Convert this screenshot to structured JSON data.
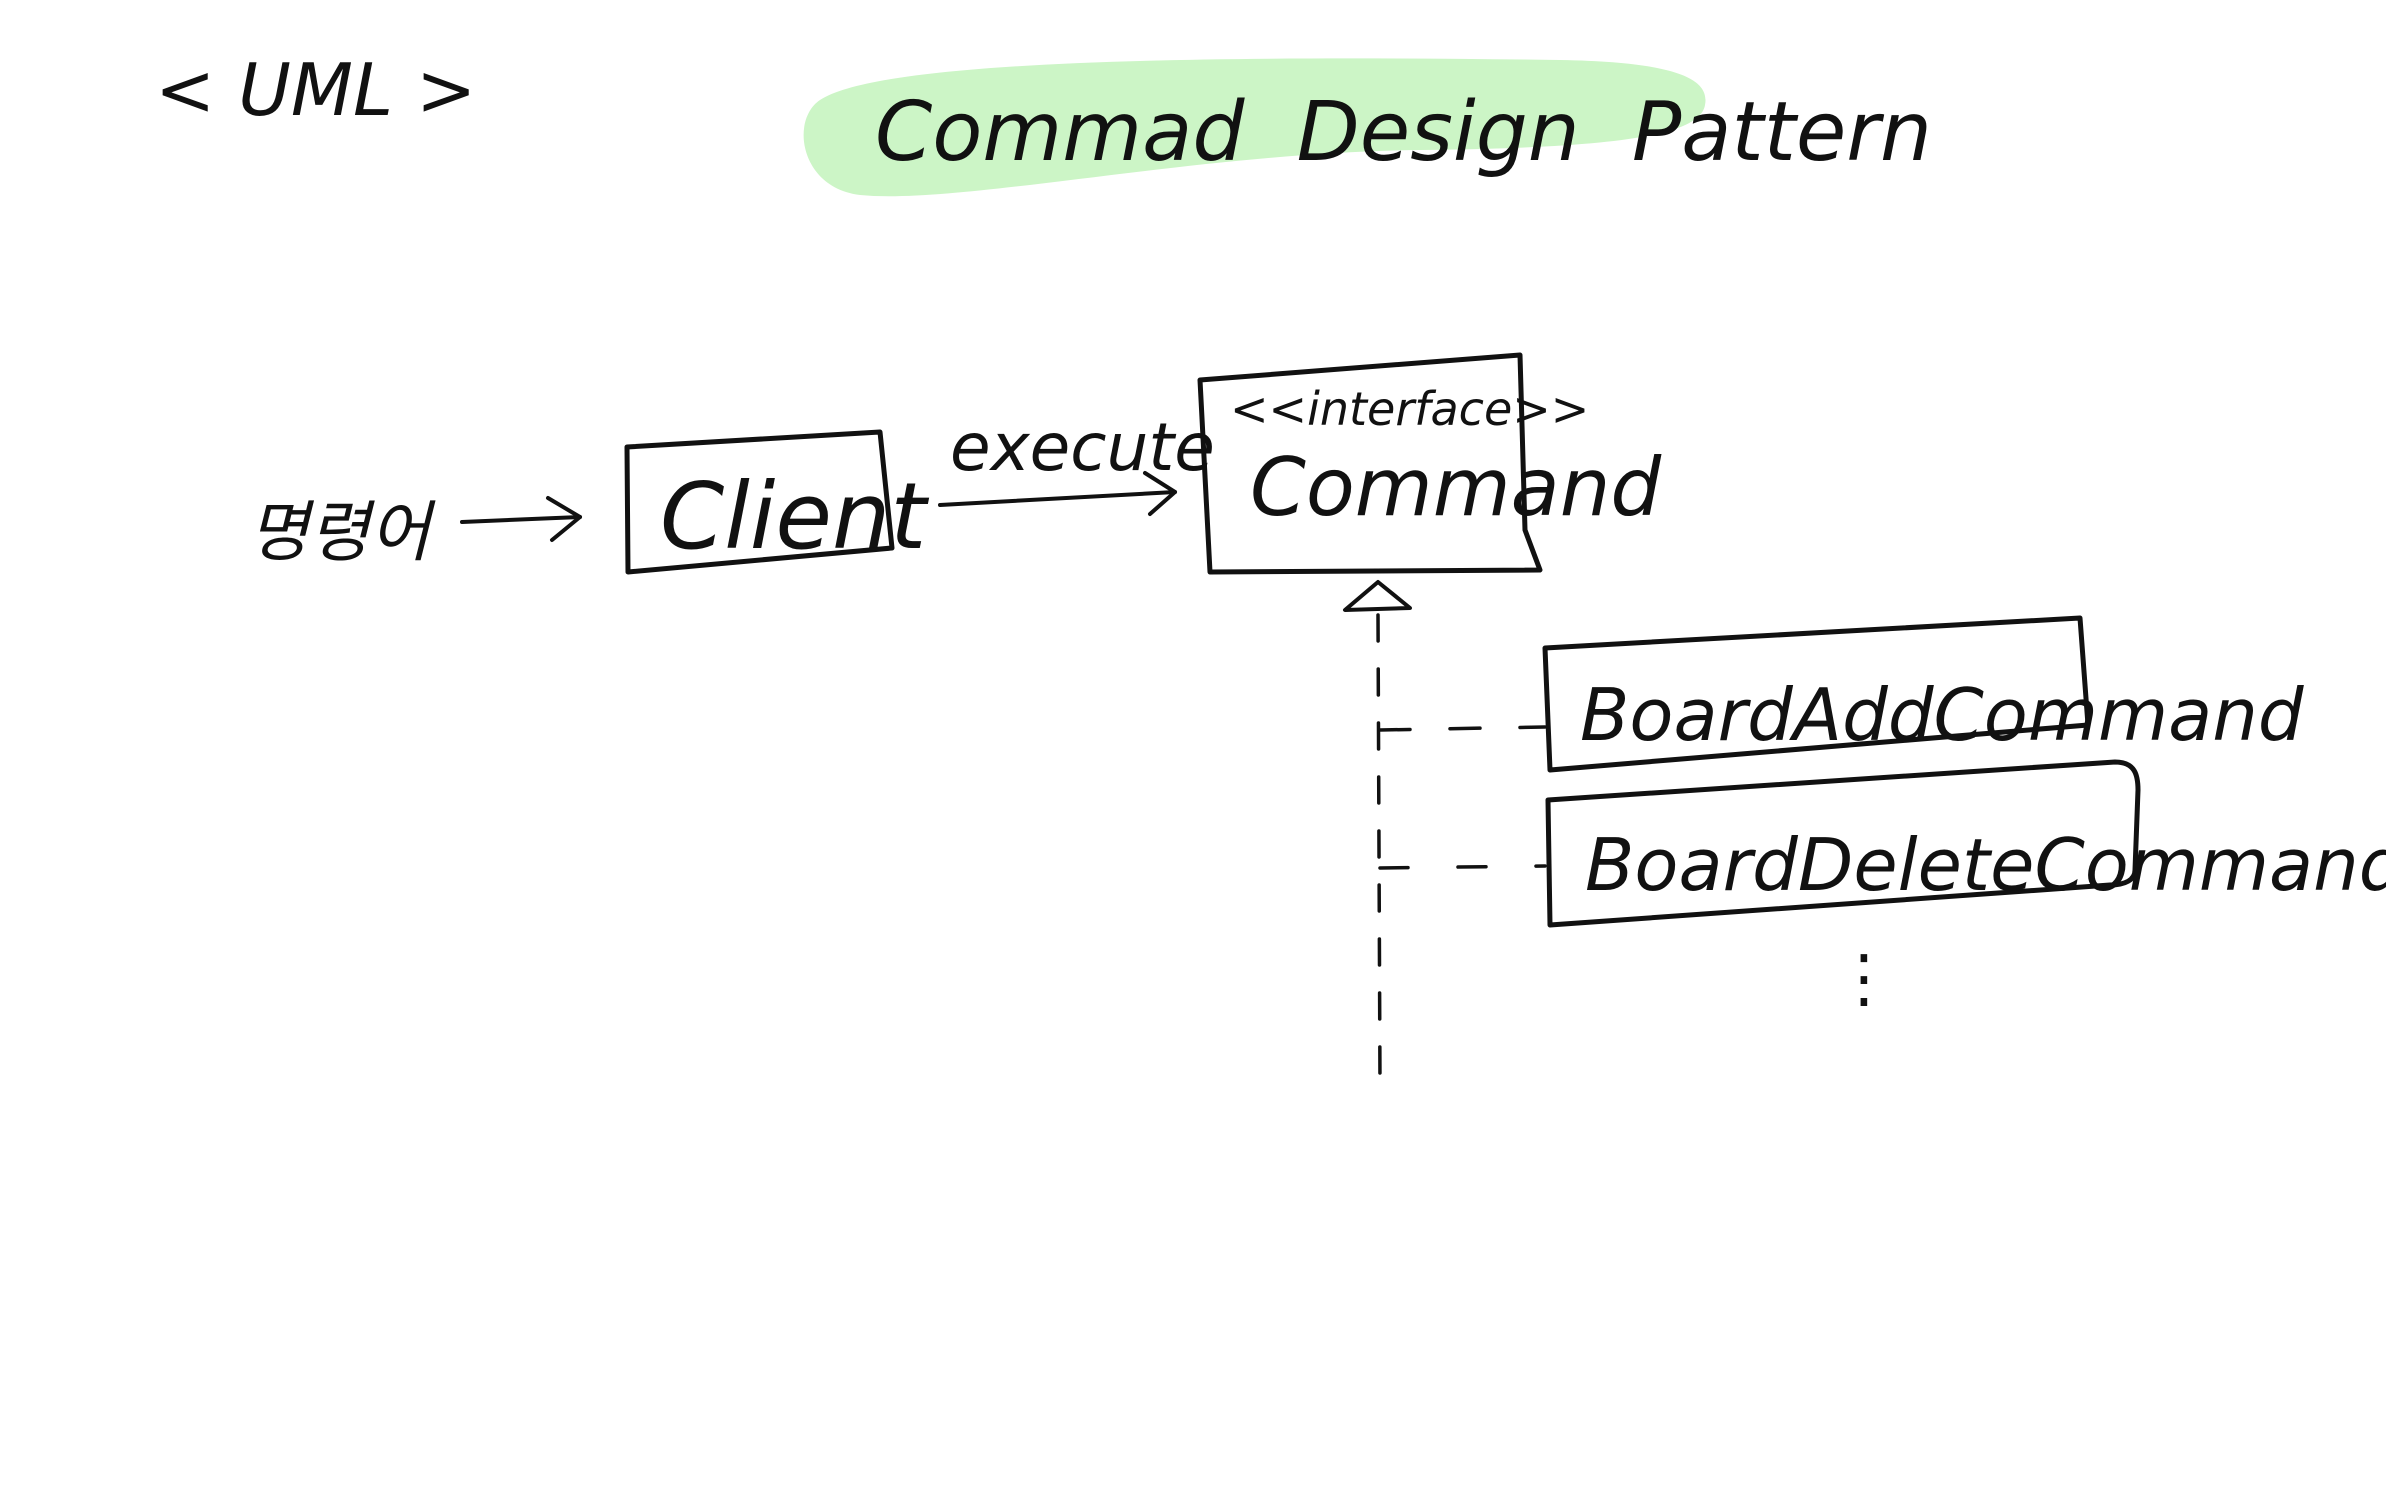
{
  "corner_label": "< UML >",
  "title": "Commad  Design  Pattern",
  "colors": {
    "ink": "#111111",
    "highlight": "#ccf5c6",
    "background": "#ffffff"
  },
  "diagram": {
    "input_label": "명령어",
    "client": "Client",
    "edge_label": "execute",
    "interface": {
      "stereotype": "<<interface>>",
      "name": "Command"
    },
    "implementations": [
      "BoardAddCommand",
      "BoardDeleteCommand"
    ],
    "more": "⋮"
  }
}
